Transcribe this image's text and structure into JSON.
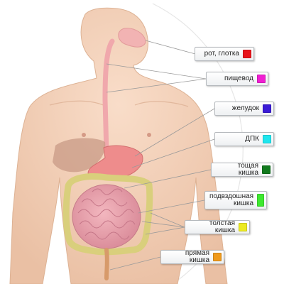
{
  "labels": [
    {
      "id": "mouth",
      "text": "рот, глотка",
      "color": "#e8141b"
    },
    {
      "id": "esophagus",
      "text": "пищевод",
      "color": "#f01fd2"
    },
    {
      "id": "stomach",
      "text": "желудок",
      "color": "#3a1bd6"
    },
    {
      "id": "duodenum",
      "text": "ДПК",
      "color": "#1fe6ee"
    },
    {
      "id": "jejunum",
      "text": "тощая кишка",
      "color": "#127a1e"
    },
    {
      "id": "ileum",
      "text": "подвздошная\nкишка",
      "color": "#3ee92f"
    },
    {
      "id": "colon",
      "text": "толстая кишка",
      "color": "#ecea22"
    },
    {
      "id": "rectum",
      "text": "прямая кишка",
      "color": "#ef9a1c"
    }
  ]
}
